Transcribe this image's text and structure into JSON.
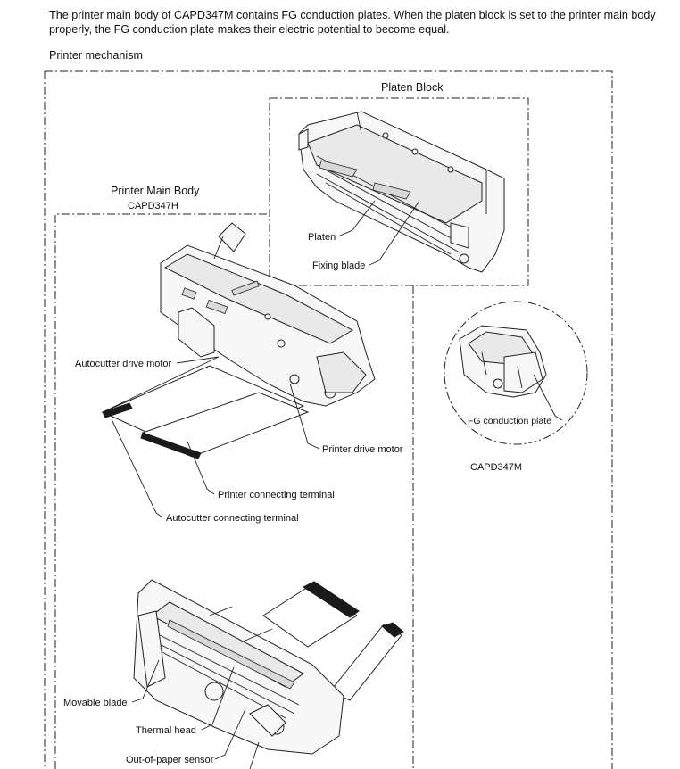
{
  "intro_text": "The printer main body of CAPD347M contains FG conduction plates. When the platen block is set to the printer main body properly, the FG conduction plate makes their electric potential to become equal.",
  "section_title": "Printer mechanism",
  "labels": {
    "platen_block": "Platen Block",
    "printer_main_body": "Printer Main Body",
    "capd347h": "CAPD347H",
    "platen": "Platen",
    "fixing_blade": "Fixing blade",
    "autocutter_drive_motor": "Autocutter drive motor",
    "printer_drive_motor": "Printer drive motor",
    "printer_connecting_terminal": "Printer connecting terminal",
    "autocutter_connecting_terminal": "Autocutter connecting terminal",
    "fg_conduction_plate": "FG conduction plate",
    "capd347m": "CAPD347M",
    "movable_blade": "Movable blade",
    "thermal_head": "Thermal head",
    "out_of_paper_sensor": "Out-of-paper sensor"
  }
}
